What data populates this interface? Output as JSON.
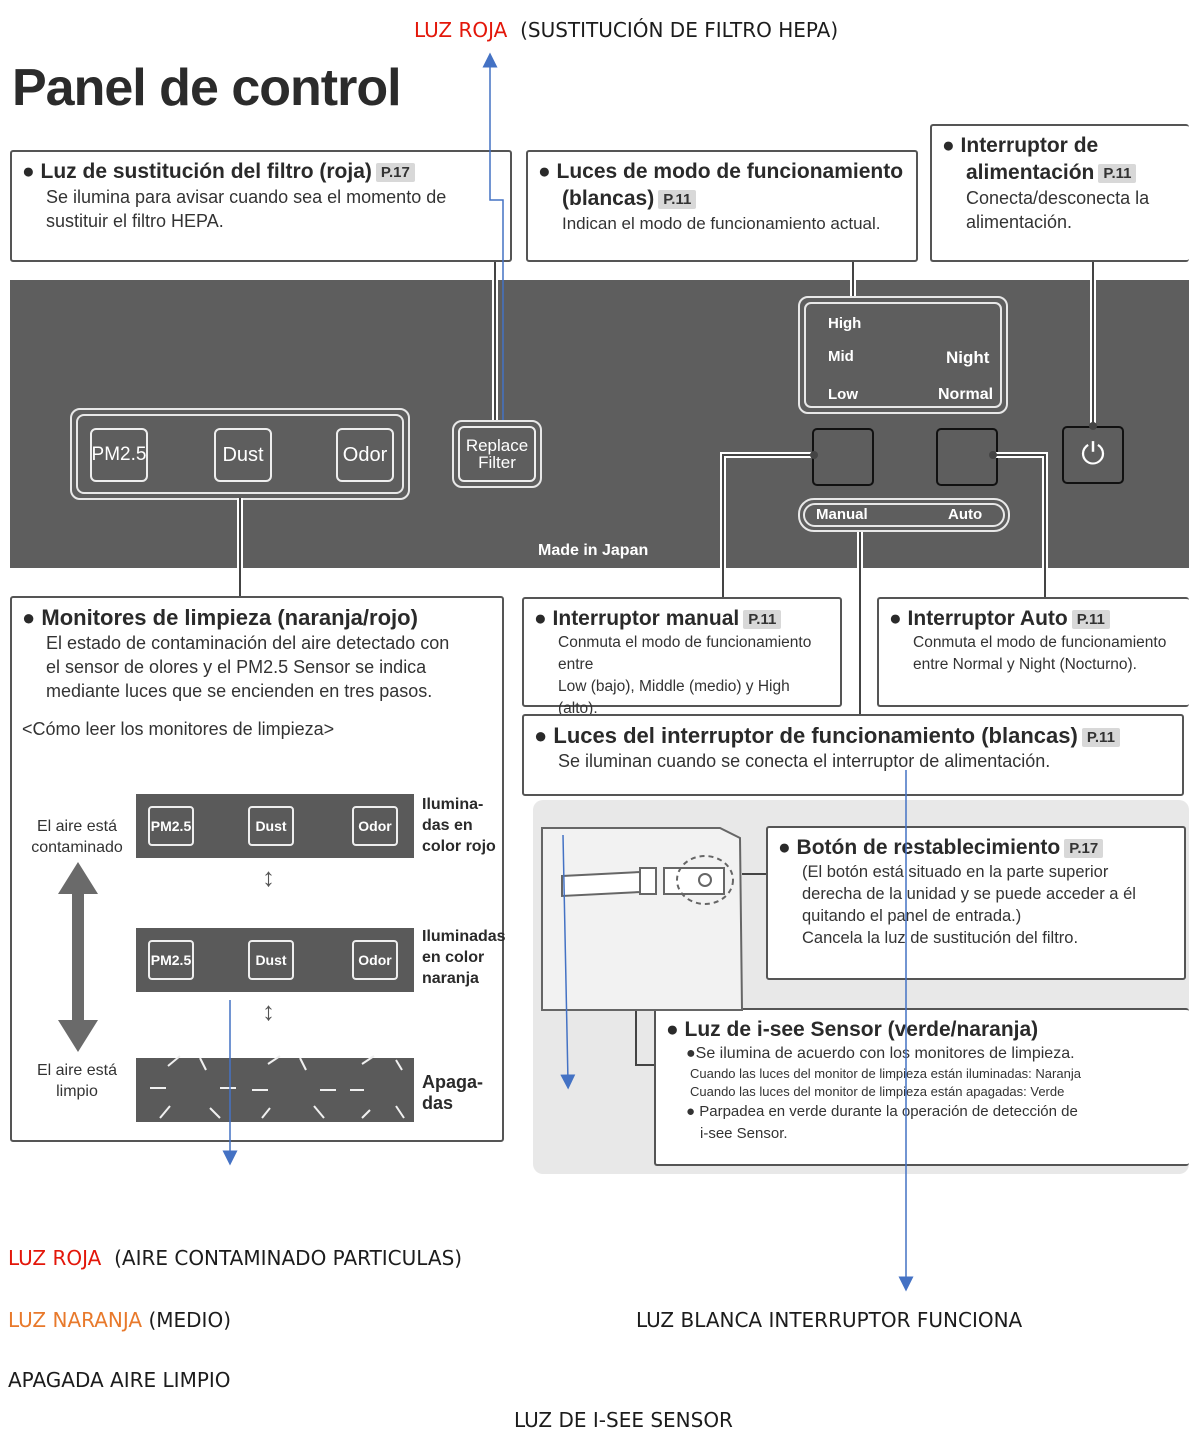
{
  "annotations": {
    "top_red": "LUZ ROJA",
    "top_rest": "(SUSTITUCIÓN DE FILTRO  HEPA)",
    "red_label": "LUZ ROJA",
    "red_rest": "(AIRE CONTAMINADO PARTICULAS)",
    "orange_label": "LUZ NARANJA",
    "orange_rest": "(MEDIO)",
    "off_text": "APAGADA AIRE LIMPIO",
    "white_text": "LUZ BLANCA INTERRUPTOR FUNCIONA",
    "isee_text": "LUZ DE I-SEE SENSOR"
  },
  "title": "Panel de control",
  "callouts": {
    "filter": {
      "heading": "Luz de sustitución del filtro (roja)",
      "ref": "P.17",
      "text1": "Se ilumina para avisar cuando sea el momento de",
      "text2": "sustituir el filtro HEPA."
    },
    "mode_lights": {
      "heading1": "Luces de modo de funcionamiento",
      "heading2": "(blancas)",
      "ref": "P.11",
      "text": "Indican el modo de funcionamiento actual."
    },
    "power": {
      "heading1": "Interruptor de",
      "heading2": "alimentación",
      "ref": "P.11",
      "text1": "Conecta/desconecta la",
      "text2": "alimentación."
    },
    "monitors": {
      "heading": "Monitores de limpieza (naranja/rojo)",
      "text1": "El estado de contaminación del aire detectado con",
      "text2": "el sensor de olores y el PM2.5 Sensor se indica",
      "text3": "mediante luces que se encienden en tres pasos.",
      "howto": "<Cómo leer los monitores de limpieza>"
    },
    "manual": {
      "heading": "Interruptor manual",
      "ref": "P.11",
      "text1": "Conmuta el modo de funcionamiento entre",
      "text2": "Low (bajo), Middle (medio) y High (alto)."
    },
    "auto": {
      "heading": "Interruptor Auto",
      "ref": "P.11",
      "text1": "Conmuta el modo de funcionamiento",
      "text2": "entre Normal y Night (Nocturno)."
    },
    "switch_lights": {
      "heading": "Luces del interruptor de funcionamiento (blancas)",
      "ref": "P.11",
      "text": "Se iluminan cuando se conecta el interruptor de alimentación."
    },
    "reset": {
      "heading": "Botón de restablecimiento",
      "ref": "P.17",
      "text1": "(El botón está situado en la parte superior",
      "text2": "derecha de la unidad y se puede acceder a él",
      "text3": "quitando el panel de entrada.)",
      "text4": "Cancela la luz de sustitución del filtro."
    },
    "isee": {
      "heading": "Luz de i-see Sensor (verde/naranja)",
      "text1": "●Se ilumina de acuerdo con los monitores de limpieza.",
      "text2": "Cuando las luces del monitor de limpieza están iluminadas: Naranja",
      "text3": "Cuando las luces del monitor de limpieza están apagadas: Verde",
      "text4": "● Parpadea en verde durante la operación de detección de",
      "text5": "i-see Sensor."
    }
  },
  "panel": {
    "pm25": "PM2.5",
    "dust": "Dust",
    "odor": "Odor",
    "replace1": "Replace",
    "replace2": "Filter",
    "high": "High",
    "mid": "Mid",
    "low": "Low",
    "night": "Night",
    "normal": "Normal",
    "manual": "Manual",
    "auto": "Auto",
    "made_in": "Made in Japan",
    "power_symbol": "⏻"
  },
  "monitor_states": {
    "polluted_side1": "El aire está",
    "polluted_side2": "contaminado",
    "clean_side1": "El aire está",
    "clean_side2": "limpio",
    "red1": "Ilumina-",
    "red2": "das en",
    "red3": "color rojo",
    "orange1": "Iluminadas",
    "orange2": "en color",
    "orange3": "naranja",
    "off1": "Apaga-",
    "off2": "das",
    "arrow_glyph": "↕"
  },
  "colors": {
    "red": "#e3170a",
    "orange": "#e8792b",
    "arrow_blue": "#4472c4",
    "panel_gray": "#5e5e5e"
  }
}
